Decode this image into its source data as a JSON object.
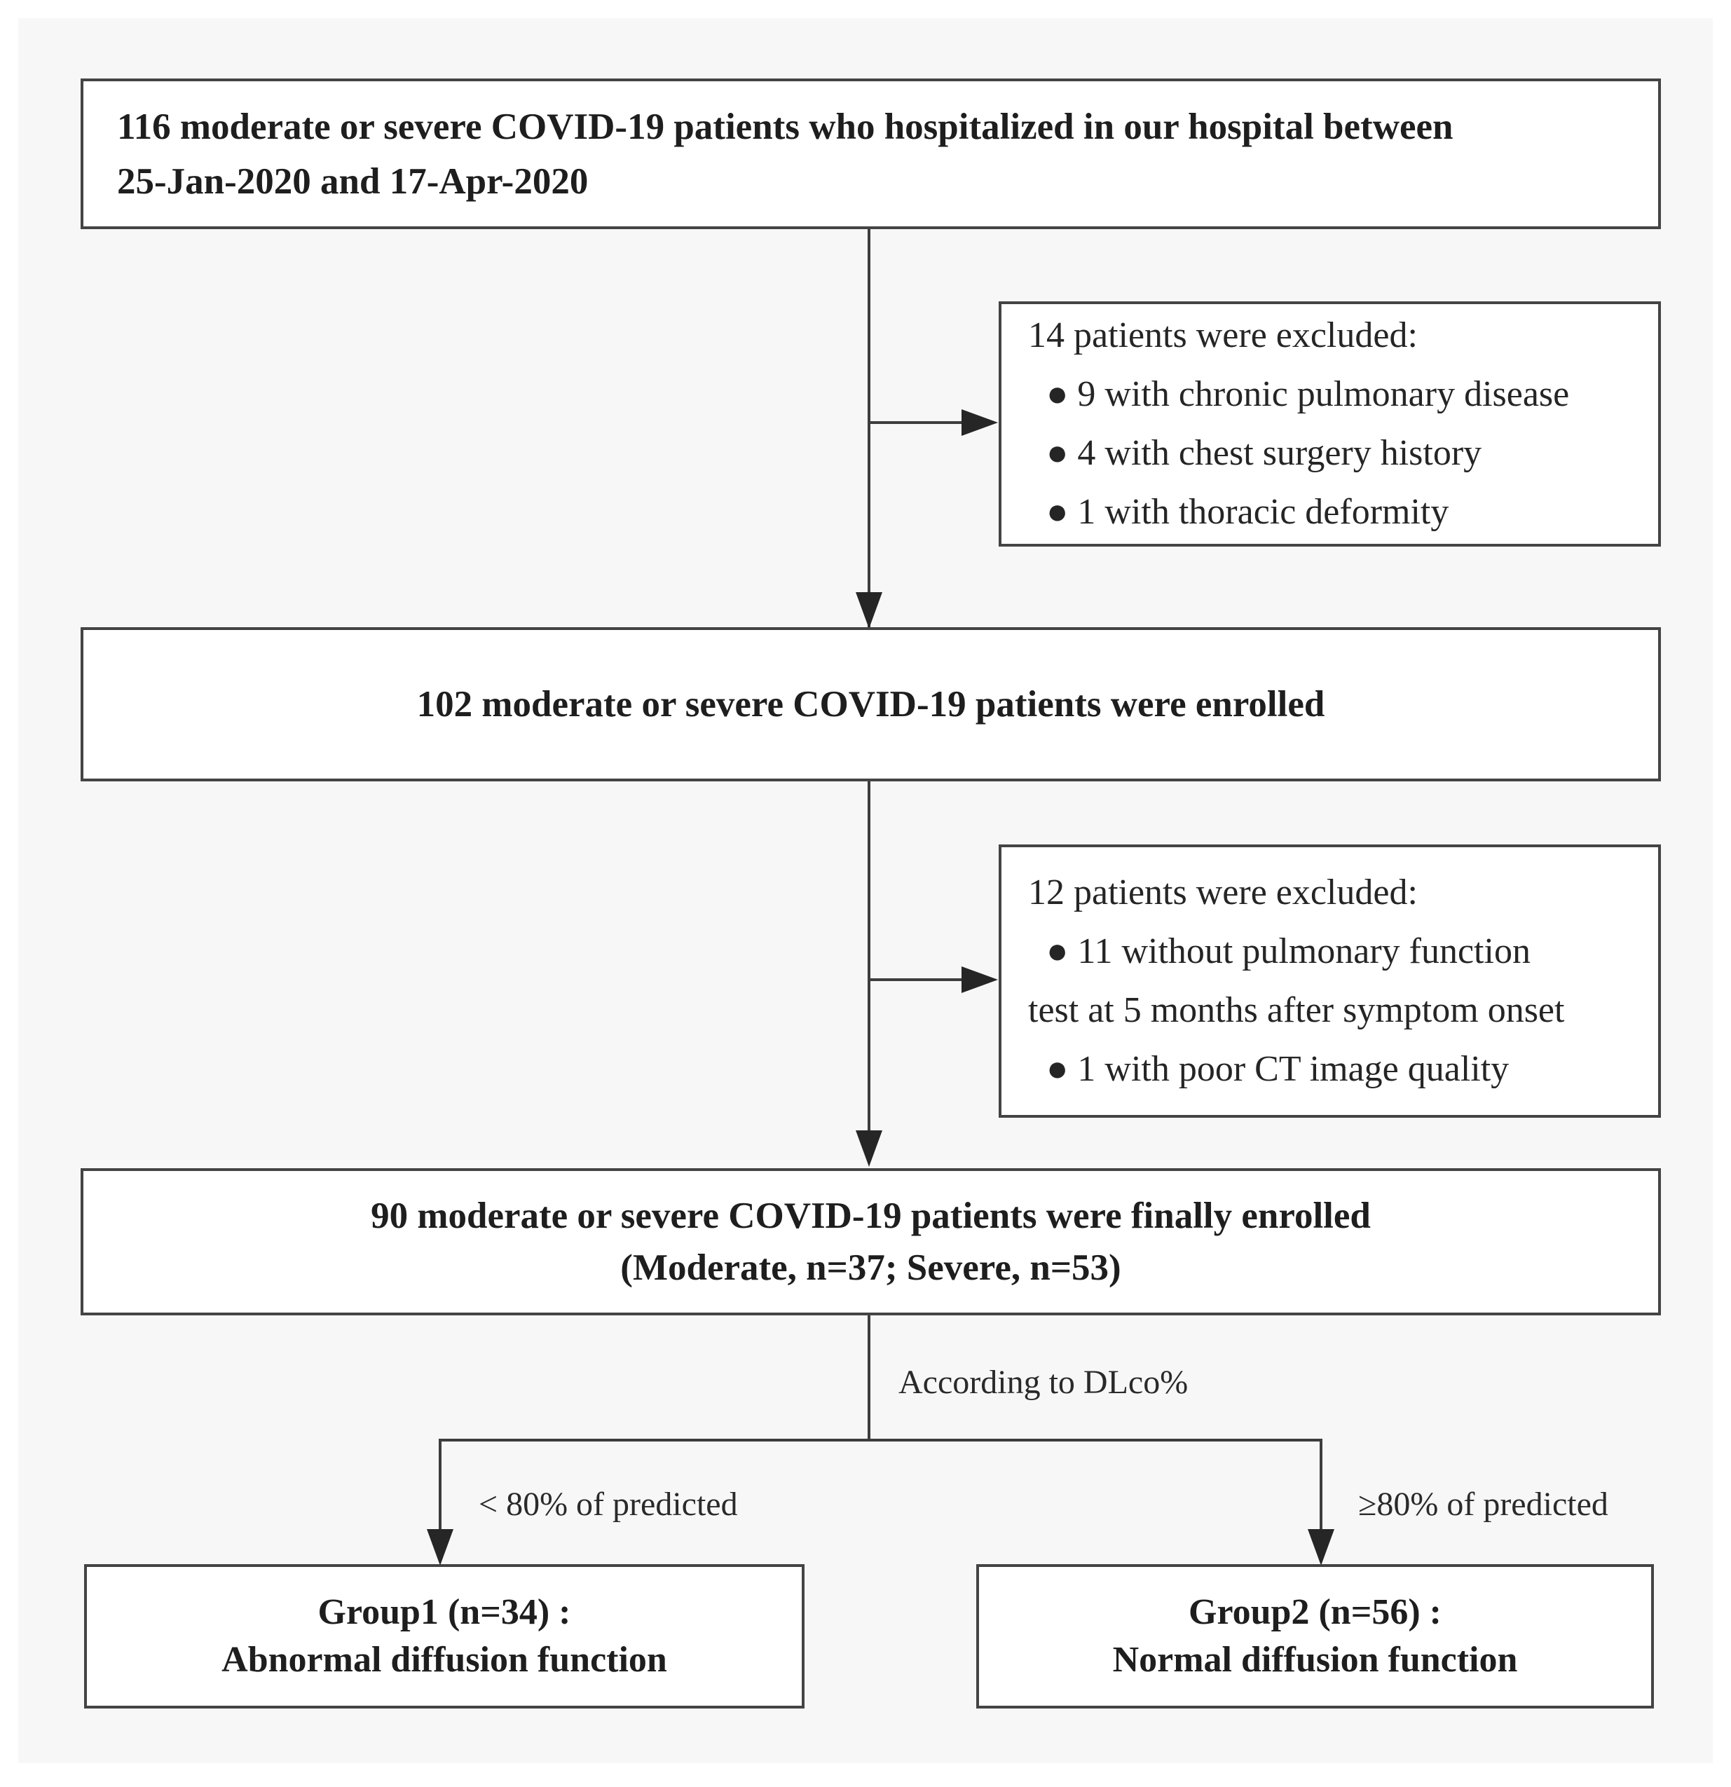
{
  "figure": {
    "type": "patient-flow-diagram",
    "colors": {
      "panel_background": "#f7f7f8",
      "box_background": "#ffffff",
      "border": "#444444",
      "line": "#3d3d3d",
      "arrow": "#262626",
      "text": "#1e1e1e"
    }
  },
  "boxes": {
    "initial": {
      "line1": "116 moderate or severe COVID-19 patients who hospitalized in our hospital between",
      "line2": "25-Jan-2020 and 17-Apr-2020"
    },
    "exclusion1": {
      "title": "14 patients were excluded:",
      "item1": "● 9 with chronic pulmonary disease",
      "item2": "● 4 with chest surgery history",
      "item3": "● 1 with thoracic deformity"
    },
    "enrolled": {
      "text": "102 moderate or severe COVID-19 patients were enrolled"
    },
    "exclusion2": {
      "title": "12 patients were excluded:",
      "item1": "● 11 without pulmonary function",
      "item1_cont": "test at 5 months after symptom onset",
      "item2": "● 1 with poor CT image quality"
    },
    "final": {
      "line1": "90 moderate or severe COVID-19 patients were finally enrolled",
      "line2": "(Moderate, n=37; Severe, n=53)"
    },
    "group1": {
      "line1": "Group1 (n=34) :",
      "line2": "Abnormal diffusion function"
    },
    "group2": {
      "line1": "Group2 (n=56) :",
      "line2": "Normal diffusion function"
    }
  },
  "labels": {
    "split_criterion": "According to DLco%",
    "left_branch": "< 80% of predicted",
    "right_branch": "≥80% of predicted"
  }
}
